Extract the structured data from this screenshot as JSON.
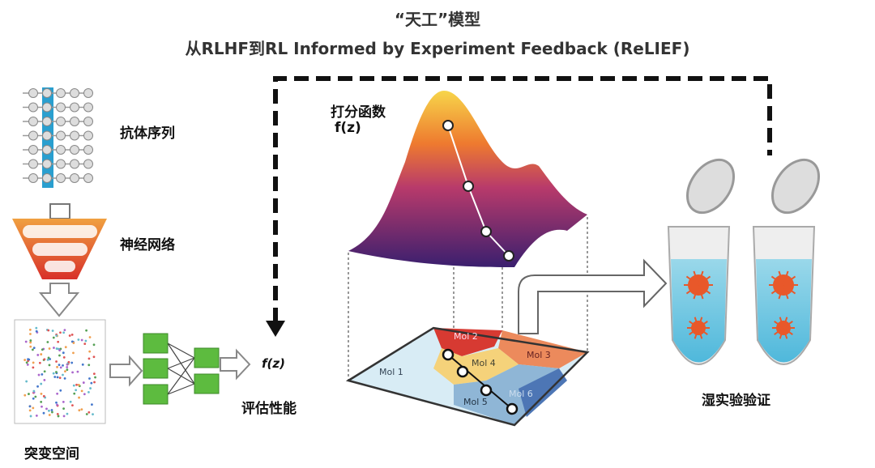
{
  "title": {
    "line1": "“天工”模型",
    "line2": "从RLHF到RL Informed by Experiment Feedback (ReLIEF)"
  },
  "labels": {
    "antibody_sequence": "抗体序列",
    "neural_network": "神经网络",
    "mutation_space": "突变空间",
    "evaluate_performance": "评估性能",
    "fz_small": "f(z)",
    "scoring_function": "打分函数",
    "scoring_fz": "f(z)",
    "wet_lab": "湿实验验证"
  },
  "regions": [
    "Mol 1",
    "Mol 2",
    "Mol 3",
    "Mol 4",
    "Mol 5",
    "Mol 6"
  ],
  "colors": {
    "sequence_highlight": "#2a9fcf",
    "nn_boxes": "#5dbb3f",
    "tube_liquid": "#7fcfe6",
    "virus": "#e8582a"
  }
}
